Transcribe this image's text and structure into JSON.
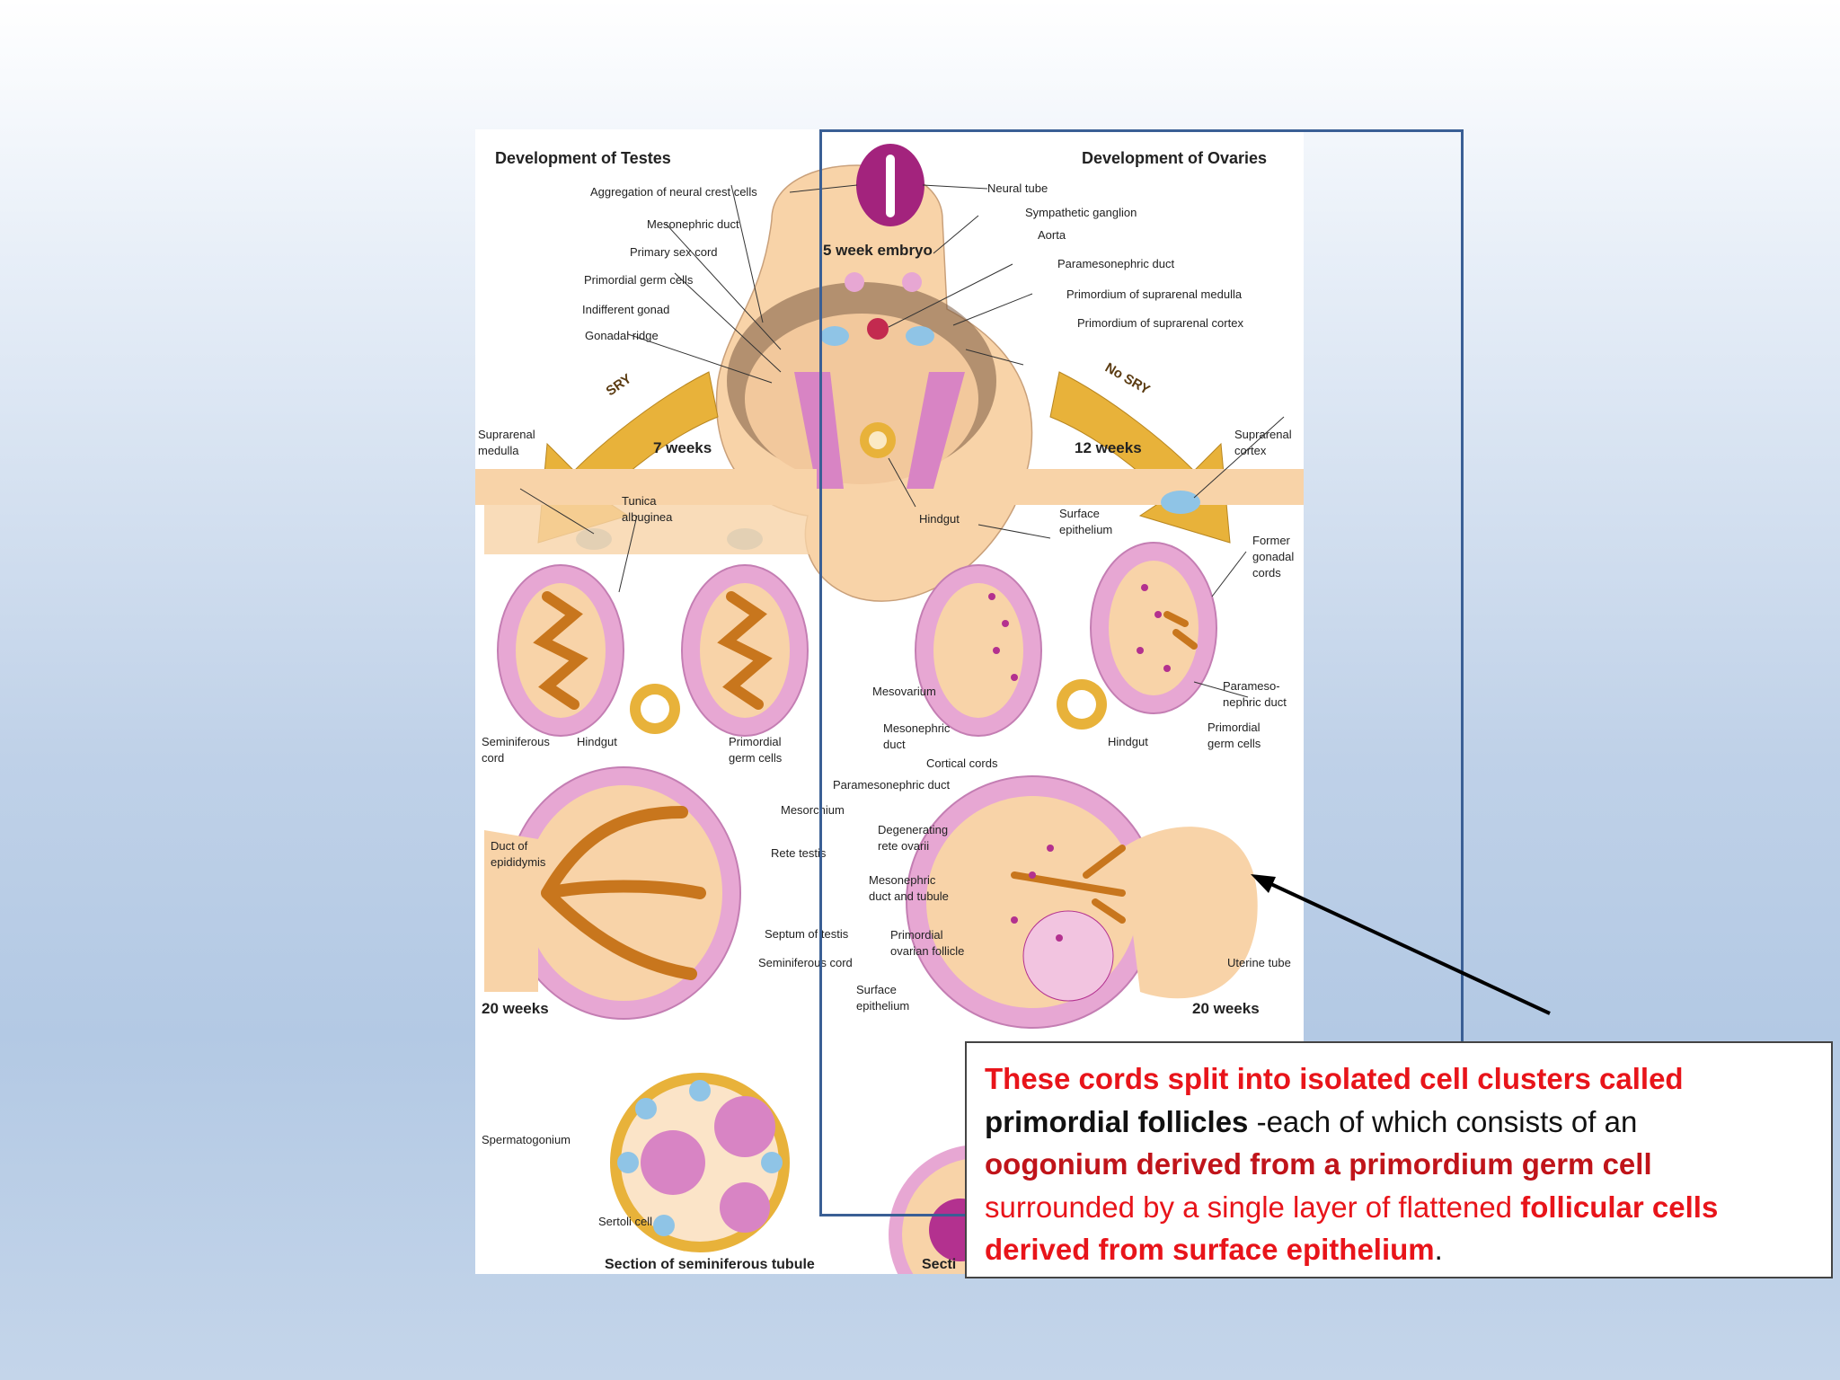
{
  "figure": {
    "title_left": "Development of Testes",
    "title_right": "Development of Ovaries",
    "embryo_label": "5 week embryo",
    "arrow_left": "SRY",
    "arrow_right": "No SRY",
    "weeks_7": "7 weeks",
    "weeks_12": "12 weeks",
    "weeks_20_left": "20 weeks",
    "weeks_20_right": "20 weeks",
    "section_left": "Section of seminiferous tubule",
    "section_right": "Secti",
    "labels": {
      "neural_crest": "Aggregation of neural crest cells",
      "mesonephric_duct_top": "Mesonephric duct",
      "primary_sex_cord": "Primary sex cord",
      "primordial_germ_top": "Primordial germ cells",
      "indifferent_gonad": "Indifferent gonad",
      "gonadal_ridge": "Gonadal ridge",
      "neural_tube": "Neural tube",
      "sympathetic_ganglion": "Sympathetic ganglion",
      "aorta": "Aorta",
      "paramesonephric_top": "Paramesonephric duct",
      "suprarenal_medulla_prim": "Primordium of suprarenal medulla",
      "suprarenal_cortex_prim": "Primordium of suprarenal cortex",
      "suprarenal_medulla": [
        "Suprarenal",
        "medulla"
      ],
      "suprarenal_cortex": [
        "Suprarenal",
        "cortex"
      ],
      "tunica": [
        "Tunica",
        "albuginea"
      ],
      "hindgut_center": "Hindgut",
      "surface_epi_top": [
        "Surface",
        "epithelium"
      ],
      "former_gonadal": [
        "Former",
        "gonadal",
        "cords"
      ],
      "mesovarium": "Mesovarium",
      "parameso_right": [
        "Parameso-",
        "nephric duct"
      ],
      "seminiferous_cord_left": [
        "Seminiferous",
        "cord"
      ],
      "hindgut_left": "Hindgut",
      "primordial_germ_mid": [
        "Primordial",
        "germ cells"
      ],
      "mesonephric_mid": [
        "Mesonephric",
        "duct"
      ],
      "hindgut_right": "Hindgut",
      "primordial_germ_right": [
        "Primordial",
        "germ cells"
      ],
      "cortical_cords": "Cortical cords",
      "paramesonephric_mid": "Paramesonephric duct",
      "mesorchium": "Mesorchium",
      "duct_epididymis": [
        "Duct of",
        "epididymis"
      ],
      "rete_testis": "Rete testis",
      "degenerating_rete": [
        "Degenerating",
        "rete ovarii"
      ],
      "mesonephric_tubule": [
        "Mesonephric",
        "duct and tubule"
      ],
      "septum_testis": "Septum of testis",
      "seminiferous_cord_bottom": "Seminiferous cord",
      "primordial_ovarian": [
        "Primordial",
        "ovarian follicle"
      ],
      "uterine_tube": "Uterine tube",
      "surface_epi_bottom": [
        "Surface",
        "epithelium"
      ],
      "spermatogonium": "Spermatogonium",
      "sertoli": "Sertoli cell"
    },
    "colors": {
      "tissue": "#f8d3a8",
      "pink": "#e7a7d3",
      "magenta": "#b3318f",
      "gold": "#e8b23a",
      "blue": "#8fc4e6"
    }
  },
  "callout": {
    "line1": "These cords split into isolated cell clusters called",
    "line2_bold": "primordial follicles",
    "line2_rest": " -each of which consists of an",
    "line3": "oogonium derived from a  primordium  germ cell",
    "line4_plain": "surrounded by a single layer of flattened ",
    "line4_bold": "follicular cells",
    "line5_bold": "derived from surface epithelium",
    "line5_end": "."
  }
}
